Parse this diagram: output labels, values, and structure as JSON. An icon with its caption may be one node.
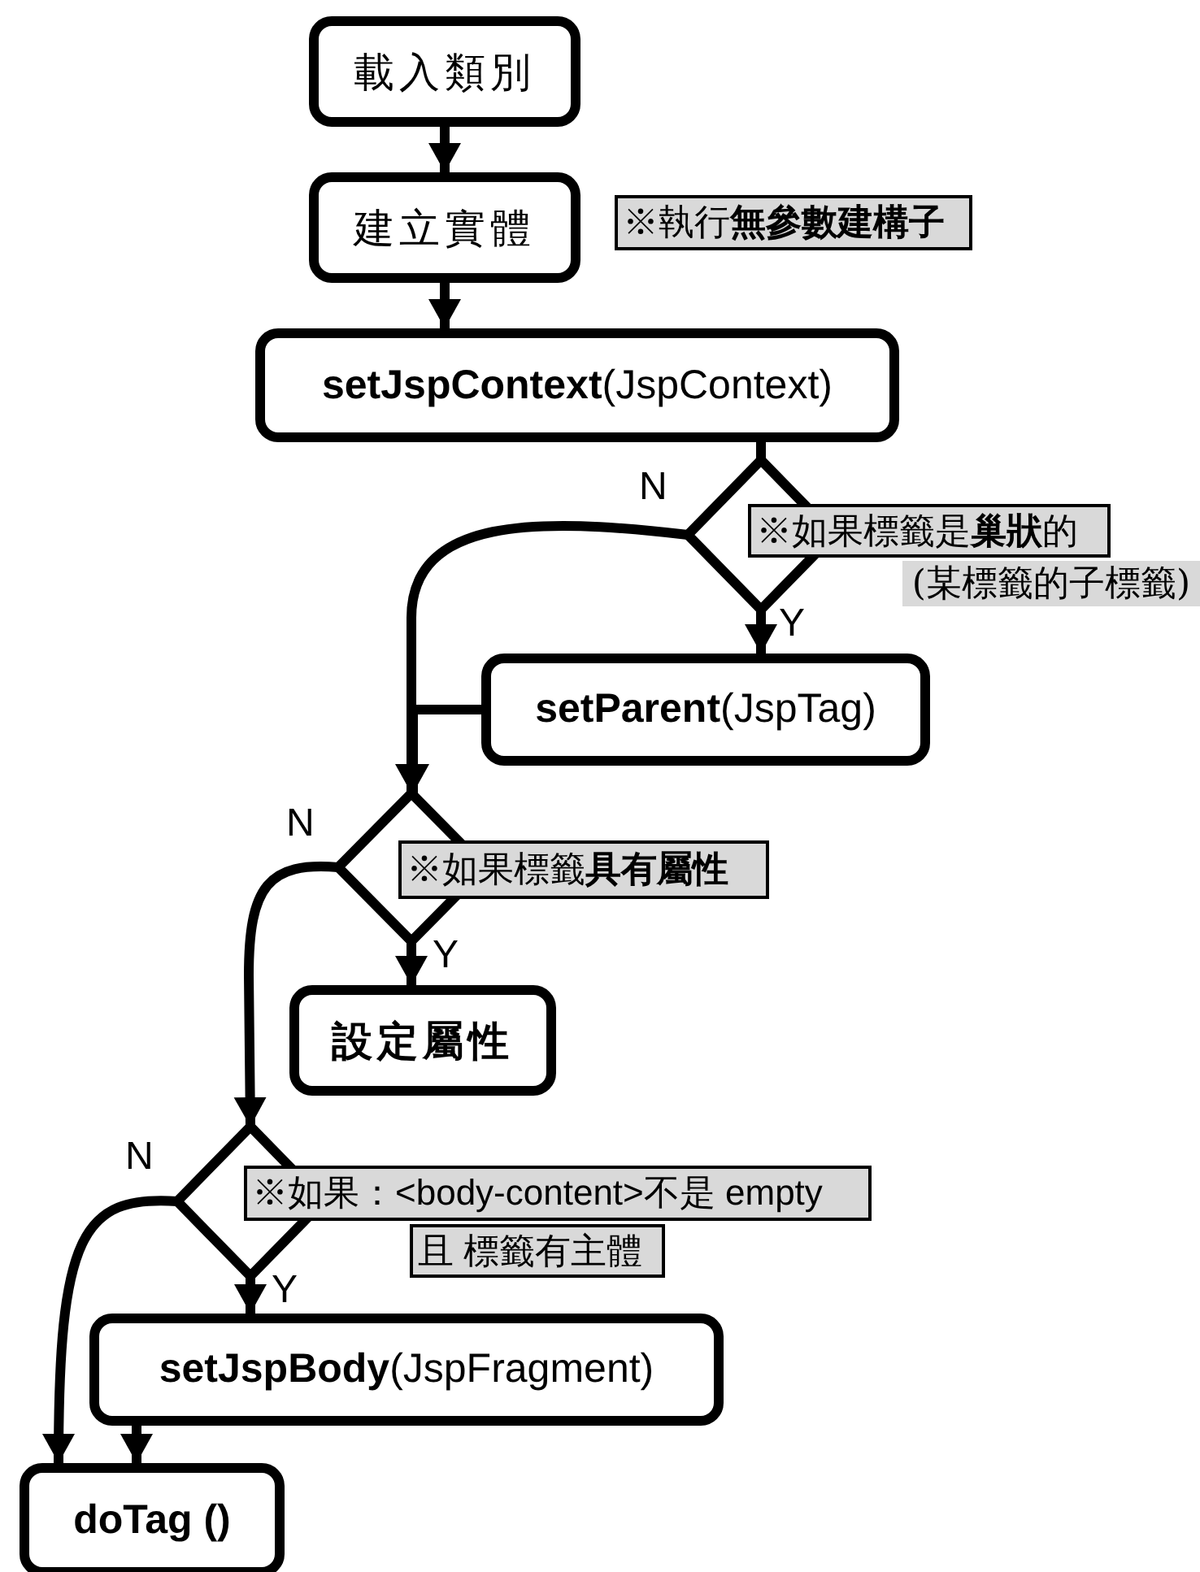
{
  "diagram": {
    "nodes": [
      {
        "text": [
          "載入類別"
        ]
      },
      {
        "text": [
          "建立實體"
        ]
      },
      {
        "text": [
          "**setJspContext**(JspContext)"
        ]
      },
      {
        "text": [],
        "shape": "diamond"
      },
      {
        "text": [
          "※如果標籤是**巢狀**的"
        ]
      },
      {
        "text": [
          "(某標籤的子標籤)"
        ]
      },
      {
        "text": [
          "**setParent**(JspTag)"
        ]
      },
      {
        "text": [],
        "shape": "diamond"
      },
      {
        "text": [
          "※如果標籤**具有屬性**"
        ]
      },
      {
        "text": [
          "設定屬性"
        ]
      },
      {
        "text": [],
        "shape": "diamond"
      },
      {
        "text": [
          "※如果：<body-content>不是 empty"
        ]
      },
      {
        "text": [
          "且 標籤有主體"
        ]
      },
      {
        "text": [
          "**setJspBody**(JspFragment)"
        ]
      },
      {
        "text": [
          "doTag ()"
        ]
      },
      {
        "text": [
          "※執行**無參數建構子**"
        ]
      }
    ],
    "edges": [
      {
        "from": 0,
        "to": 1,
        "arrow": "to"
      },
      {
        "from": 1,
        "to": 2,
        "arrow": "to"
      },
      {
        "from": 2,
        "to": 3,
        "arrow": "none"
      },
      {
        "from": 3,
        "to": 6,
        "arrow": "to",
        "label": "Y"
      },
      {
        "from": 3,
        "to": 7,
        "arrow": "to",
        "label": "N"
      },
      {
        "from": 6,
        "to": 7,
        "arrow": "to"
      },
      {
        "from": 7,
        "to": 9,
        "arrow": "to",
        "label": "Y"
      },
      {
        "from": 7,
        "to": 10,
        "arrow": "to",
        "label": "N"
      },
      {
        "from": 10,
        "to": 13,
        "arrow": "to",
        "label": "Y"
      },
      {
        "from": 10,
        "to": 14,
        "arrow": "to",
        "label": "N"
      },
      {
        "from": 13,
        "to": 14,
        "arrow": "to"
      }
    ]
  }
}
